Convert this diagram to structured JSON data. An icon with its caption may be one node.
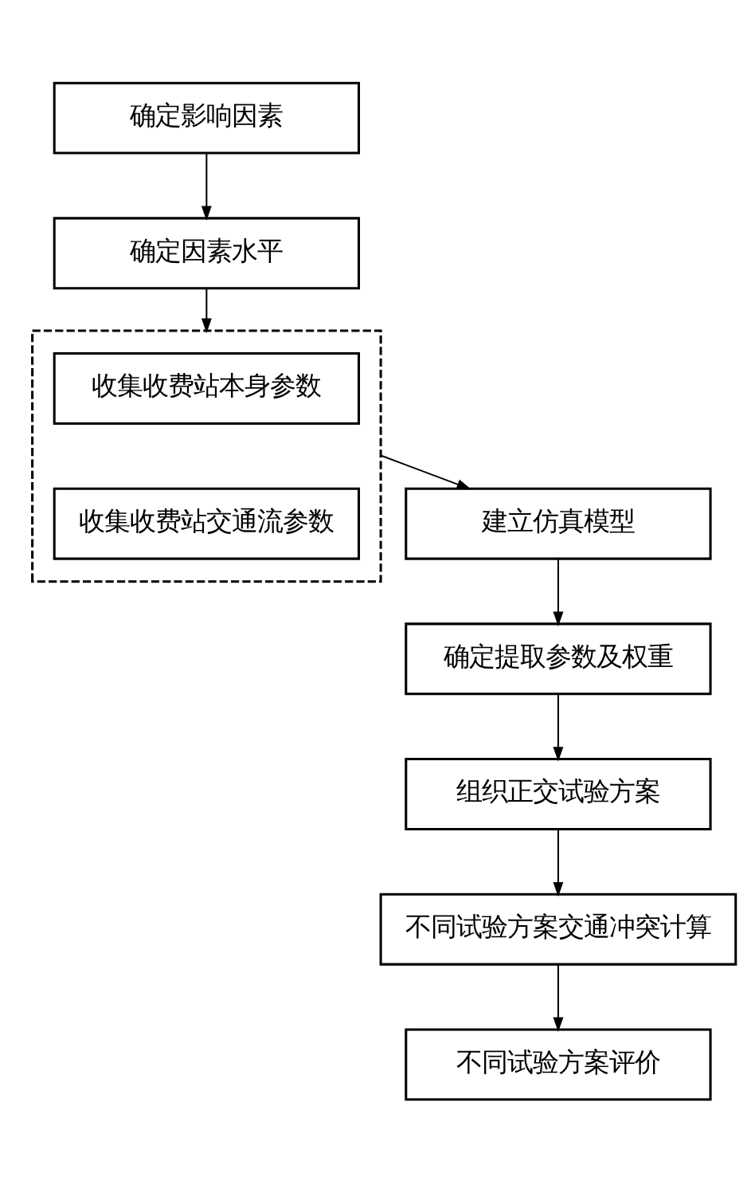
{
  "diagram": {
    "nodes": [
      {
        "text": [
          "确定影响因素"
        ]
      },
      {
        "text": [
          "确定因素水平"
        ]
      },
      {
        "text": [],
        "shape": "box"
      },
      {
        "text": [
          "收集收费站本身参数"
        ],
        "in": 2
      },
      {
        "text": [
          "收集收费站交通流参数"
        ],
        "in": 2
      },
      {
        "text": [
          "建立仿真模型"
        ]
      },
      {
        "text": [
          "确定提取参数及权重"
        ]
      },
      {
        "text": [
          "组织正交试验方案"
        ]
      },
      {
        "text": [
          "不同试验方案交通冲突计算"
        ]
      },
      {
        "text": [
          "不同试验方案评价"
        ]
      }
    ],
    "edges": [
      {
        "from": 0,
        "to": 1,
        "arrow": "to"
      },
      {
        "from": 1,
        "to": 2,
        "arrow": "to"
      },
      {
        "from": 2,
        "to": 5,
        "arrow": "to"
      },
      {
        "from": 5,
        "to": 6,
        "arrow": "to"
      },
      {
        "from": 6,
        "to": 7,
        "arrow": "to"
      },
      {
        "from": 7,
        "to": 8,
        "arrow": "to"
      },
      {
        "from": 8,
        "to": 9,
        "arrow": "to"
      }
    ]
  }
}
